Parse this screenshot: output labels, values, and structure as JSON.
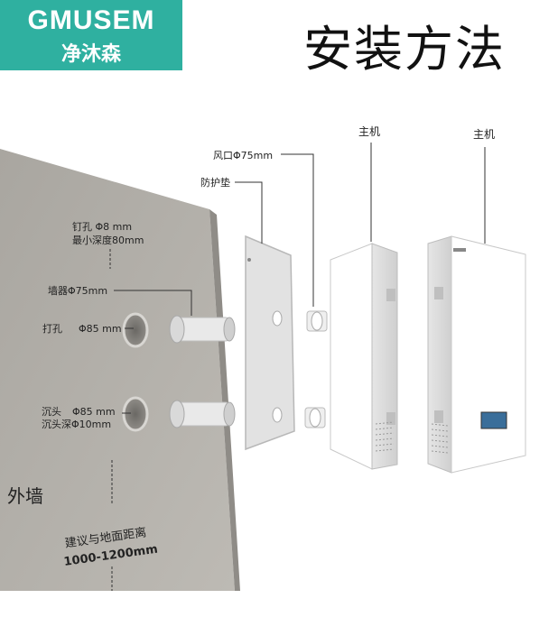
{
  "logo": {
    "brand_en": "GMUSEM",
    "brand_cn": "净沐森"
  },
  "title": "安装方法",
  "labels": {
    "main_unit_1": "主机",
    "main_unit_2": "主机",
    "vent": "风口Φ75mm",
    "guard_pad": "防护垫",
    "nail_hole_1": "钉孔  Φ8 mm",
    "nail_hole_2": "最小深度80mm",
    "wall_pipe": "墙器Φ75mm",
    "drill": "打孔",
    "drill_size": "Φ85 mm",
    "sink_1": "沉头",
    "sink_1_size": "Φ85 mm",
    "sink_2": "沉头深Φ10mm",
    "outer_wall": "外墙",
    "height_1": "建议与地面距离",
    "height_2": "1000-1200mm"
  },
  "colors": {
    "brand": "#2fb0a0",
    "wall": "#b4b1ab",
    "unit": "#ffffff",
    "screen": "#3a6e9a"
  }
}
